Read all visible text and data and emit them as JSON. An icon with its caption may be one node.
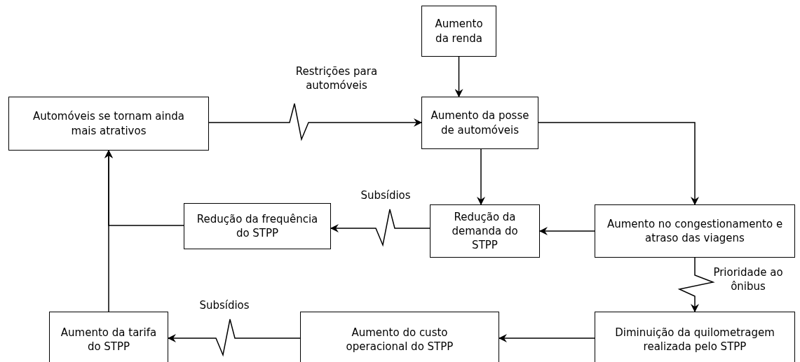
{
  "diagram": {
    "nodes": [
      {
        "text": [
          "Aumento da renda"
        ]
      },
      {
        "text": [
          "Automóveis se tornam ainda mais atrativos"
        ]
      },
      {
        "text": [
          "Aumento da posse de automóveis"
        ]
      },
      {
        "text": [
          "Redução da frequência do STPP"
        ]
      },
      {
        "text": [
          "Redução da demanda do STPP"
        ]
      },
      {
        "text": [
          "Aumento no congestionamento e atraso das viagens"
        ]
      },
      {
        "text": [
          "Aumento da tarifa do STPP"
        ]
      },
      {
        "text": [
          "Aumento do custo operacional do STPP"
        ]
      },
      {
        "text": [
          "Diminuição da quilometragem realizada pelo STPP"
        ]
      }
    ],
    "edges": [
      {
        "from": 0,
        "to": 2,
        "arrow": "to"
      },
      {
        "from": 1,
        "to": 2,
        "arrow": "to",
        "label": "Restrições para automóveis"
      },
      {
        "from": 2,
        "to": 4,
        "arrow": "to"
      },
      {
        "from": 2,
        "to": 5,
        "arrow": "to"
      },
      {
        "from": 5,
        "to": 4,
        "arrow": "to"
      },
      {
        "from": 4,
        "to": 3,
        "arrow": "to",
        "label": "Subsídios"
      },
      {
        "from": 3,
        "to": 1,
        "arrow": "to"
      },
      {
        "from": 6,
        "to": 1,
        "arrow": "to"
      },
      {
        "from": 5,
        "to": 8,
        "arrow": "to",
        "label": "Prioridade ao ônibus"
      },
      {
        "from": 8,
        "to": 7,
        "arrow": "to"
      },
      {
        "from": 7,
        "to": 6,
        "arrow": "to",
        "label": "Subsídios"
      }
    ]
  }
}
